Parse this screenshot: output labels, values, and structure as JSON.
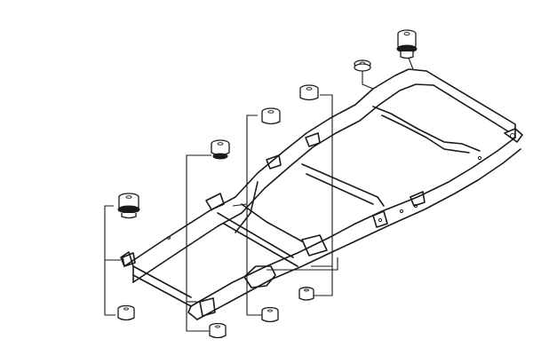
{
  "diagram": {
    "subject": "vehicle-ladder-frame-with-body-mount-bushings",
    "parts": [
      {
        "name": "body-mount-upper-rear"
      },
      {
        "name": "body-mount-washer-rear"
      },
      {
        "name": "body-mount-upper-mid-rear"
      },
      {
        "name": "body-mount-upper-mid"
      },
      {
        "name": "body-mount-upper-mid-front"
      },
      {
        "name": "body-mount-upper-front"
      },
      {
        "name": "body-mount-lower-front"
      },
      {
        "name": "body-mount-lower-mid-front"
      },
      {
        "name": "body-mount-lower-mid"
      },
      {
        "name": "body-mount-lower-mid-rear"
      }
    ]
  }
}
